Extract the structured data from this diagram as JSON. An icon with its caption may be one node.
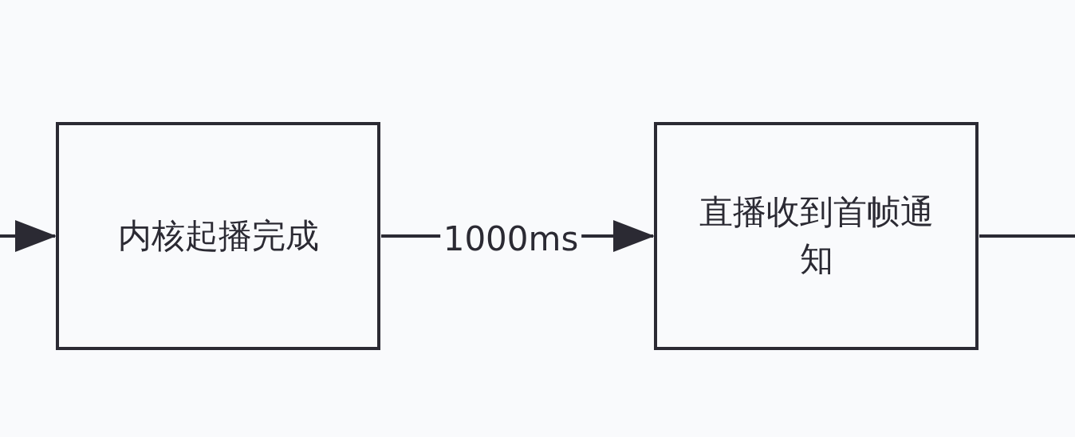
{
  "diagram": {
    "nodes": [
      {
        "text": [
          "内核起播完成"
        ]
      },
      {
        "text": [
          "直播收到首帧通知"
        ]
      }
    ],
    "edges": [
      {
        "from": null,
        "to": 0,
        "arrow": "to"
      },
      {
        "from": 0,
        "to": 1,
        "arrow": "to",
        "label": "1000ms"
      },
      {
        "from": 1,
        "to": null,
        "arrow": "none"
      }
    ]
  }
}
